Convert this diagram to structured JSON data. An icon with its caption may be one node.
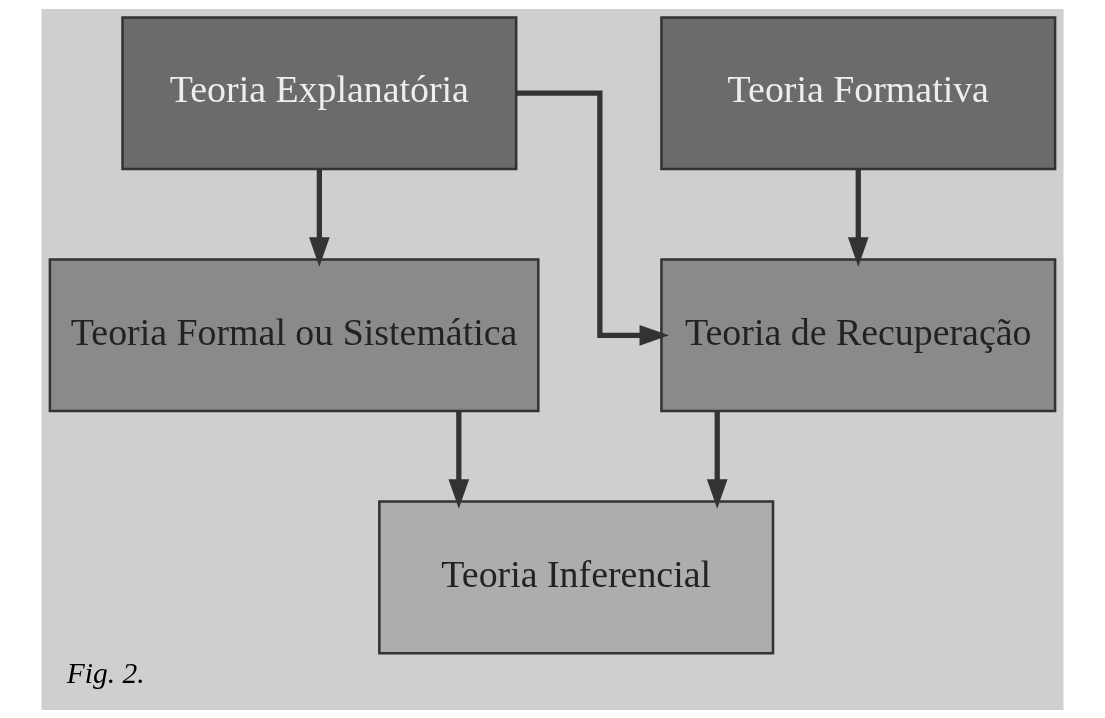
{
  "diagram": {
    "caption": "Fig. 2.",
    "nodes": [
      {
        "text": [
          "Teoria Explanatória"
        ]
      },
      {
        "text": [
          "Teoria Formativa"
        ]
      },
      {
        "text": [
          "Teoria Formal ou Sistemática"
        ]
      },
      {
        "text": [
          "Teoria de Recuperação"
        ]
      },
      {
        "text": [
          "Teoria Inferencial"
        ]
      }
    ],
    "edges": [
      {
        "from": 0,
        "to": 2,
        "arrow": "to"
      },
      {
        "from": 0,
        "to": 3,
        "arrow": "to"
      },
      {
        "from": 1,
        "to": 3,
        "arrow": "to"
      },
      {
        "from": 2,
        "to": 4,
        "arrow": "to"
      },
      {
        "from": 3,
        "to": 4,
        "arrow": "to"
      }
    ]
  }
}
